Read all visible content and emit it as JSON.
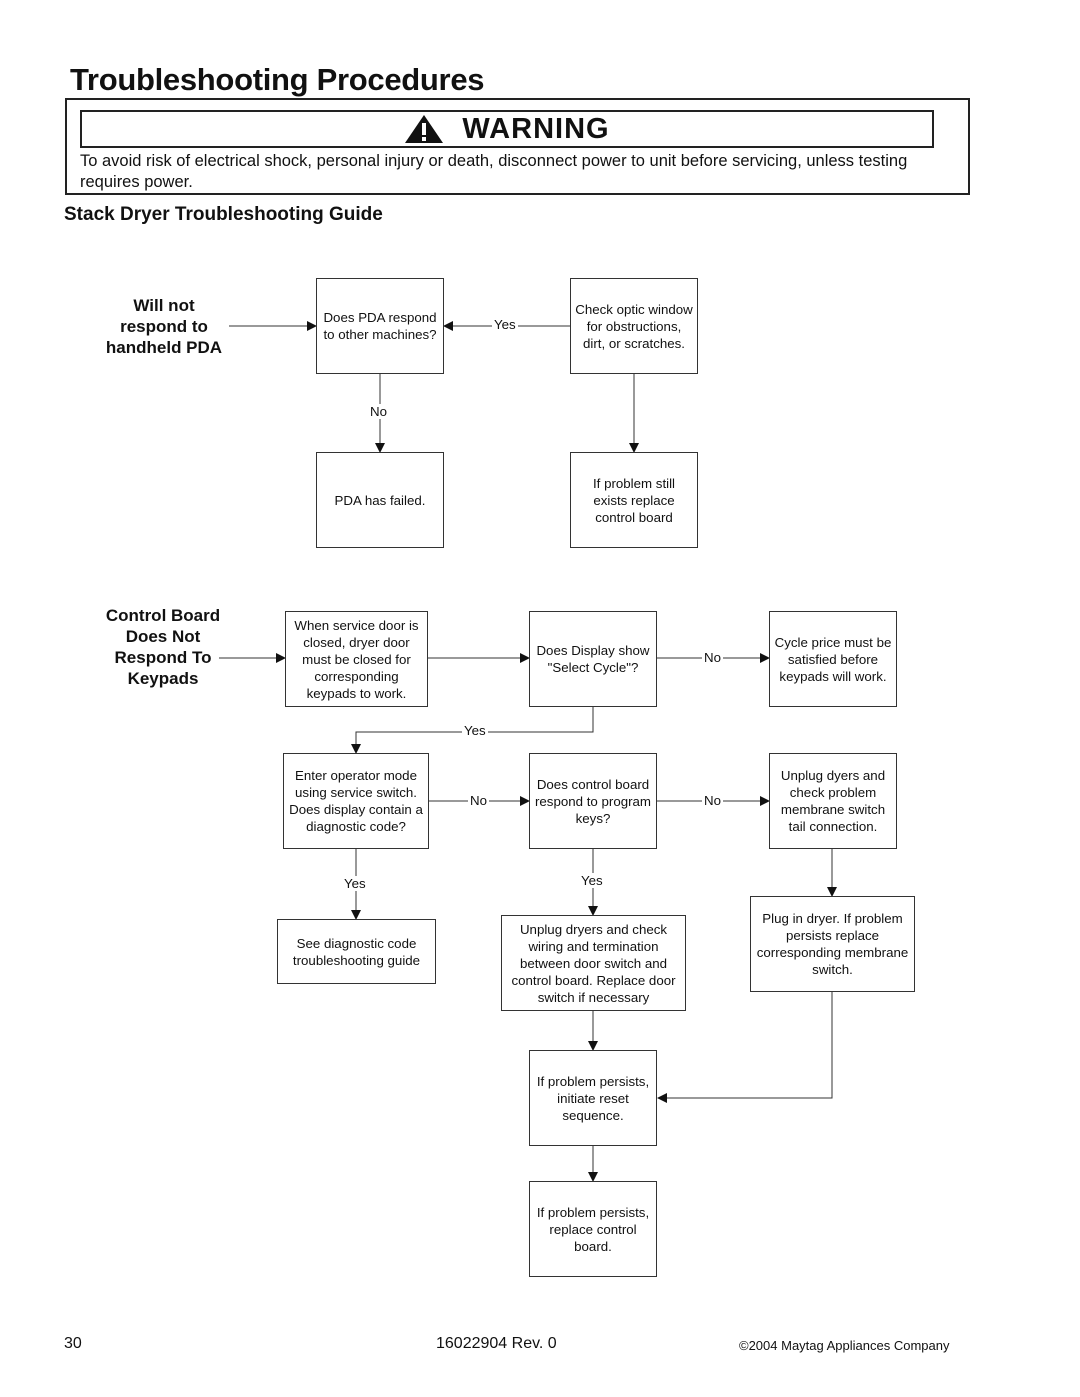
{
  "header": {
    "title": "Troubleshooting Procedures"
  },
  "warning": {
    "title": "WARNING",
    "text": "To avoid risk of electrical shock, personal injury or death, disconnect power to unit before servicing, unless testing requires power."
  },
  "section_title": "Stack Dryer Troubleshooting Guide",
  "pda_flow": {
    "start_label": "Will not respond to handheld PDA",
    "q_respond": "Does PDA respond to other machines?",
    "check_optic": "Check optic window for obstructions, dirt, or scratches.",
    "pda_failed": "PDA has failed.",
    "replace_board": "If problem still exists replace control board",
    "yes_label": "Yes",
    "no_label": "No"
  },
  "keypad_flow": {
    "start_label": "Control Board Does Not Respond To Keypads",
    "service_door": "When service door is closed, dryer door must be closed for corresponding keypads to work.",
    "q_display": "Does Display show \"Select Cycle\"?",
    "cycle_price": "Cycle price must be satisfied before keypads will work.",
    "operator_mode": "Enter operator mode using service switch. Does display contain a diagnostic code?",
    "q_program_keys": "Does control board respond to program keys?",
    "unplug_membrane": "Unplug dyers and check problem membrane switch tail connection.",
    "see_diagnostic": "See diagnostic code troubleshooting guide",
    "unplug_wiring": "Unplug dryers and check wiring and termination between door switch and control board.  Replace door switch if necessary",
    "plug_in": "Plug in dryer.  If problem persists replace corresponding membrane switch.",
    "reset": "If problem persists, initiate reset sequence.",
    "replace_board": "If problem persists, replace control board.",
    "yes_label": "Yes",
    "no_label": "No"
  },
  "footer": {
    "page_number": "30",
    "doc_number": "16022904  Rev. 0",
    "copyright": "©2004 Maytag Appliances Company"
  }
}
